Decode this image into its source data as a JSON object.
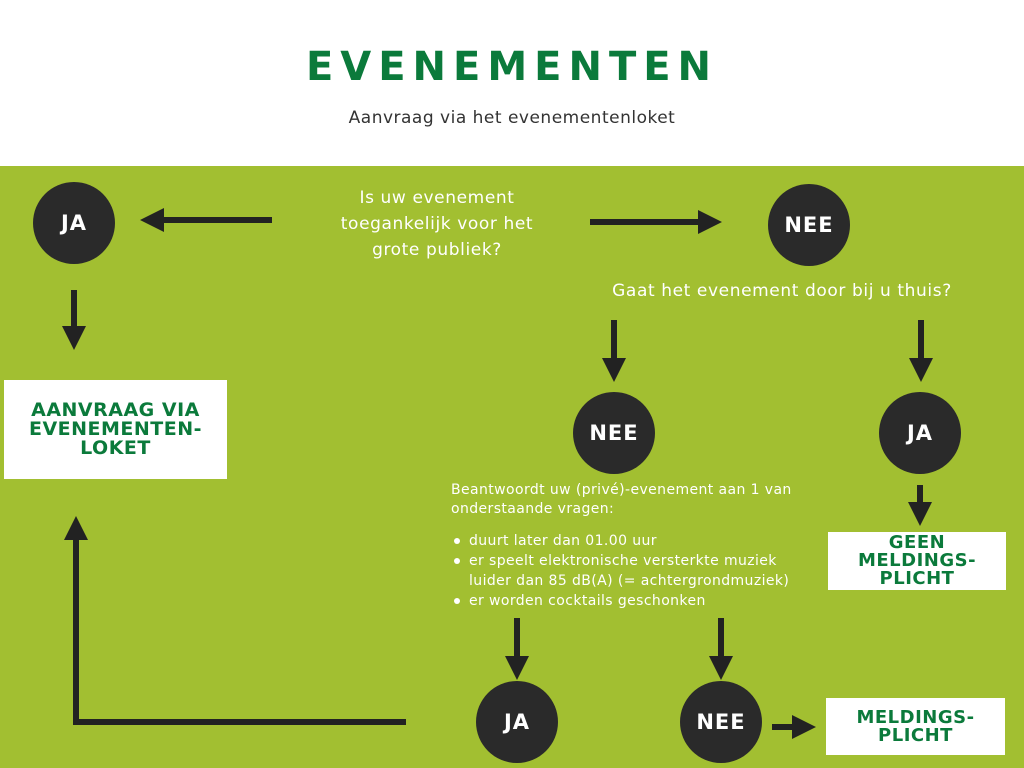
{
  "header": {
    "title": "EVENEMENTEN",
    "subtitle": "Aanvraag via het evenementenloket"
  },
  "questions": {
    "q1": "Is uw evenement toegankelijk voor het grote publiek?",
    "q2": "Gaat het evenement door bij u thuis?",
    "q3": "Beantwoordt uw (privé)-evenement aan 1 van onderstaande vragen:",
    "q3_items": [
      "duurt later dan 01.00 uur",
      "er speelt elektronische versterkte muziek luider dan 85 dB(A) (= achtergrondmuziek)",
      "er worden cocktails geschonken"
    ]
  },
  "answers": {
    "ja": "JA",
    "nee": "NEE"
  },
  "outcomes": {
    "loket": "AANVRAAG VIA EVENEMENTEN-LOKET",
    "geen_melding": "GEEN MELDINGS-PLICHT",
    "melding": "MELDINGS-PLICHT"
  },
  "colors": {
    "title_green": "#0b7a3b",
    "panel_green": "#a2bf31",
    "circle_dark": "#2a2a2a",
    "arrow_dark": "#222222"
  }
}
